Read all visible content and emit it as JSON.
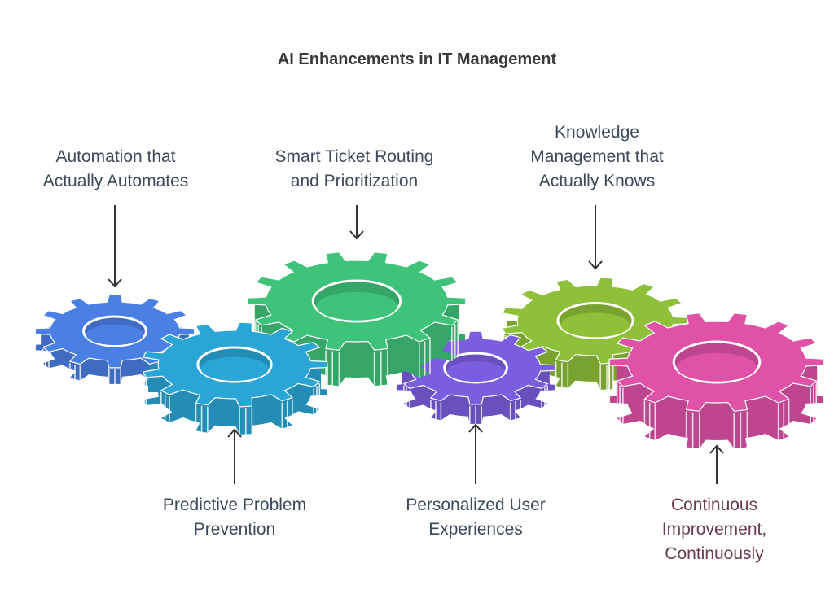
{
  "title": "AI Enhancements in IT Management",
  "items": [
    {
      "label_lines": [
        "Automation that",
        "Actually Automates"
      ],
      "color": "#4a7fe4",
      "icon": "gear-icon"
    },
    {
      "label_lines": [
        "Predictive Problem",
        "Prevention"
      ],
      "color": "#3fc27a",
      "icon": "gear-icon"
    },
    {
      "label_lines": [
        "Smart Ticket Routing",
        "and Prioritization"
      ],
      "color": "#8ec03a",
      "icon": "gear-icon"
    },
    {
      "label_lines": [
        "Personalized User",
        "Experiences"
      ],
      "color": "#2aa6d6",
      "icon": "gear-icon"
    },
    {
      "label_lines": [
        "Knowledge",
        "Management that",
        "Actually Knows"
      ],
      "color": "#7b5ee0",
      "icon": "gear-icon"
    },
    {
      "label_lines": [
        "Continuous",
        "Improvement,",
        "Continuously"
      ],
      "color": "#e052a8",
      "icon": "gear-icon"
    }
  ],
  "text_colors": {
    "label": "#3d4a5c",
    "last_label": "#6a3a52",
    "arrow": "#333333"
  }
}
